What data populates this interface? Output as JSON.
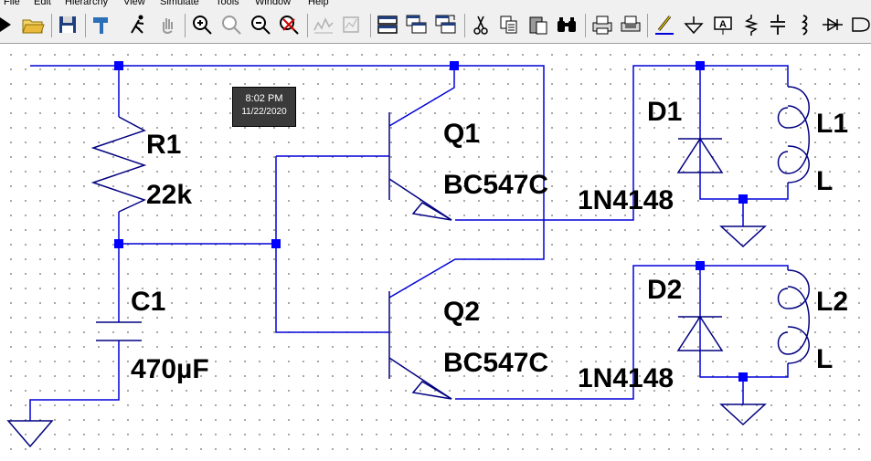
{
  "menu": [
    "File",
    "Edit",
    "Hierarchy",
    "View",
    "Simulate",
    "Tools",
    "Window",
    "Help"
  ],
  "toolbar": {
    "icons": [
      "run-icon",
      "open-folder-icon",
      "save-icon",
      "hammer-icon",
      "run-man-icon",
      "pan-hand-icon",
      "zoom-in-icon",
      "zoom-fit-icon",
      "zoom-out-icon",
      "zoom-cancel-icon",
      "waveform-icon",
      "autorange-icon",
      "tile-horizontal-icon",
      "cascade-icon",
      "tile-vertical-icon",
      "cut-icon",
      "copy-icon",
      "paste-icon",
      "find-icon",
      "print-icon",
      "print-setup-icon",
      "draw-wire-icon",
      "ground-icon",
      "label-net-icon",
      "resistor-icon",
      "capacitor-icon",
      "inductor-icon",
      "diode-icon",
      "component-icon"
    ]
  },
  "tooltip": {
    "time": "8:02 PM",
    "date": "11/22/2020"
  },
  "schematic": {
    "components": [
      {
        "ref": "R1",
        "value": "22k"
      },
      {
        "ref": "C1",
        "value": "470µF"
      },
      {
        "ref": "Q1",
        "value": "BC547C"
      },
      {
        "ref": "Q2",
        "value": "BC547C"
      },
      {
        "ref": "D1",
        "value": "1N4148"
      },
      {
        "ref": "D2",
        "value": "1N4148"
      },
      {
        "ref": "L1",
        "value": "L"
      },
      {
        "ref": "L2",
        "value": "L"
      }
    ]
  },
  "colors": {
    "wire": "#0000d8",
    "symbol": "#000080",
    "junction": "#0000ff",
    "label": "#000000"
  }
}
